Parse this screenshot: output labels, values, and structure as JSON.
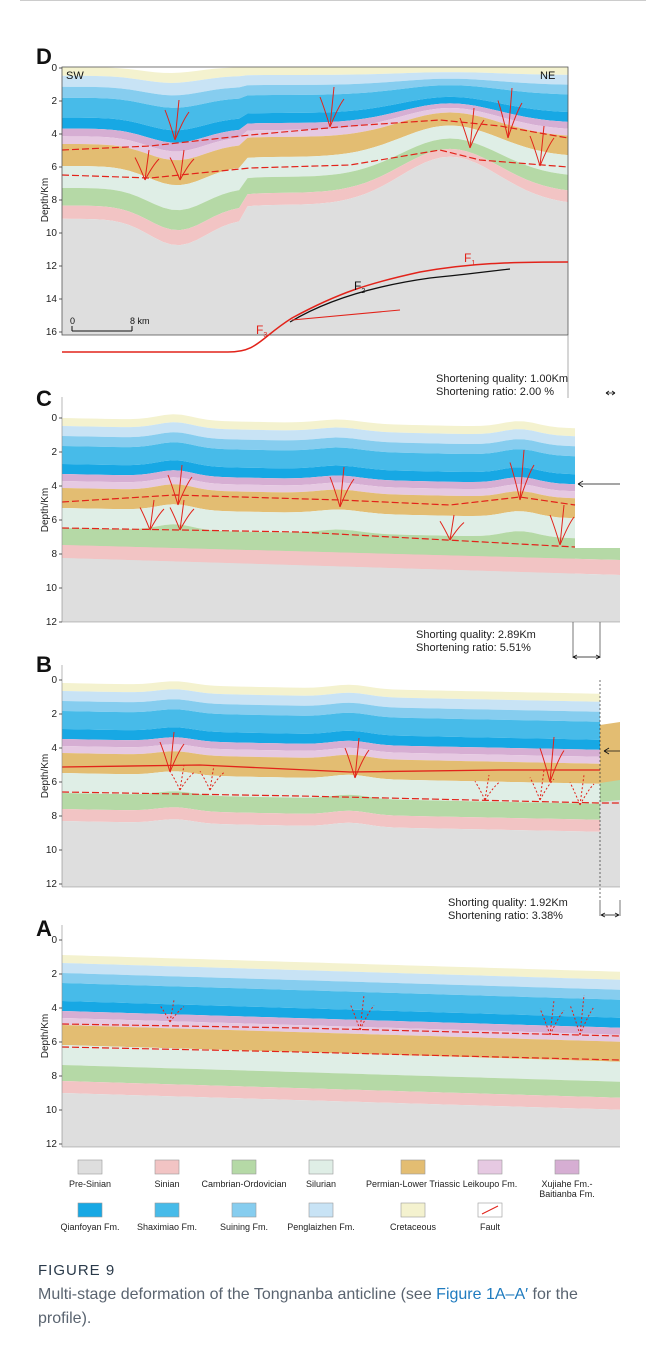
{
  "panels": [
    {
      "id": "D",
      "label": "D",
      "ticks": [
        "0",
        "2",
        "4",
        "6",
        "8",
        "10",
        "12",
        "14",
        "16"
      ],
      "ylabel": "Depth/Km"
    },
    {
      "id": "C",
      "label": "C",
      "ticks": [
        "0",
        "2",
        "4",
        "6",
        "8",
        "10",
        "12"
      ],
      "ylabel": "Depth/Km"
    },
    {
      "id": "B",
      "label": "B",
      "ticks": [
        "0",
        "2",
        "4",
        "6",
        "8",
        "10",
        "12"
      ],
      "ylabel": "Depth/Km"
    },
    {
      "id": "A",
      "label": "A",
      "ticks": [
        "0",
        "2",
        "4",
        "6",
        "8",
        "10",
        "12"
      ],
      "ylabel": "Depth/Km"
    }
  ],
  "directions": {
    "left": "SW",
    "right": "NE"
  },
  "faults": {
    "f1": "F",
    "f1_sub": "1",
    "f2": "F",
    "f2_sub": "2",
    "f3": "F",
    "f3_sub": "3"
  },
  "scalebar": {
    "start": "0",
    "end": "8 km"
  },
  "shortening": [
    {
      "line1": "Shortening quality: 1.00Km",
      "line2": "Shortening ratio: 2.00 %"
    },
    {
      "line1": "Shorting quality: 2.89Km",
      "line2": "Shortening ratio: 5.51%"
    },
    {
      "line1": "Shorting quality: 1.92Km",
      "line2": "Shortening ratio: 3.38%"
    }
  ],
  "legend": [
    {
      "label": "Pre-Sinian",
      "color": "#dedede"
    },
    {
      "label": "Sinian",
      "color": "#f2c4c4"
    },
    {
      "label": "Cambrian-Ordovician",
      "color": "#b5d9a6"
    },
    {
      "label": "Silurian",
      "color": "#dfeee6"
    },
    {
      "label": "Permian-Lower Triassic",
      "color": "#e3bd72"
    },
    {
      "label": "Leikoupo Fm.",
      "color": "#e6c9e2"
    },
    {
      "label": "Xujiahe Fm.-",
      "label2": "Baitianba Fm.",
      "color": "#d6aed3"
    },
    {
      "label": "Qianfoyan Fm.",
      "color": "#17a8e4"
    },
    {
      "label": "Shaximiao Fm.",
      "color": "#47bbe9"
    },
    {
      "label": "Suining Fm.",
      "color": "#86cdef"
    },
    {
      "label": "Penglaizhen Fm.",
      "color": "#c8e3f5"
    },
    {
      "label": "Cretaceous",
      "color": "#f4f2cf"
    },
    {
      "label": "Fault",
      "color": "#ffffff"
    }
  ],
  "caption": {
    "label": "FIGURE 9",
    "text": "Multi-stage deformation of the Tongnanba anticline (see ",
    "link": "Figure 1A–A′",
    "text_end": " for the profile)."
  },
  "accent": {
    "fault": "#e2231a",
    "detachment": "#000000"
  }
}
